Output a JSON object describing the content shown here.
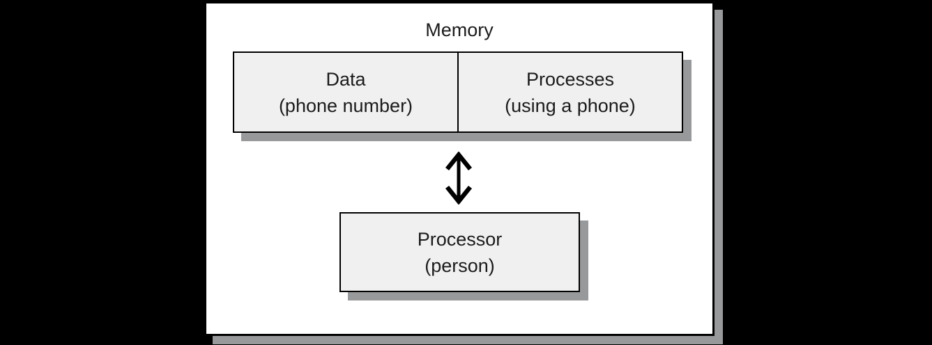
{
  "diagram": {
    "figure_title": "Memory",
    "memory_box": {
      "cells": [
        {
          "line1": "Data",
          "line2": "(phone number)"
        },
        {
          "line1": "Processes",
          "line2": "(using a phone)"
        }
      ]
    },
    "arrow": "bidirectional-vertical-arrow",
    "processor_box": {
      "line1": "Processor",
      "line2": "(person)"
    },
    "colors": {
      "background": "#000000",
      "panel": "#ffffff",
      "box_fill": "#f0f0f1",
      "border": "#000000",
      "shadow": "#98999b",
      "text": "#1b1b1b"
    }
  }
}
